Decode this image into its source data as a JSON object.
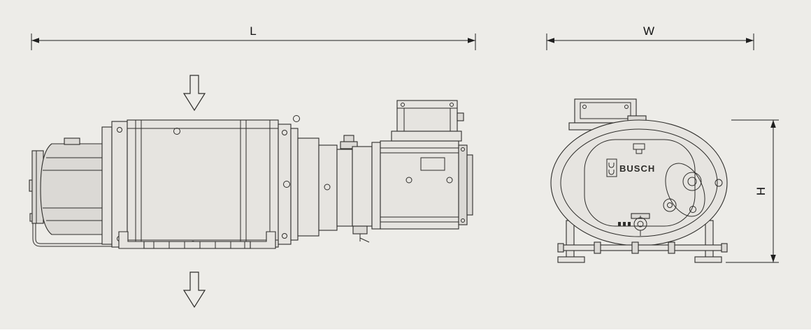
{
  "drawing": {
    "labels": {
      "length": "L",
      "width": "W",
      "height": "H"
    },
    "brand": "BUSCH",
    "colors": {
      "background": "#edece8",
      "line": "#2e2d2a",
      "fill_light": "#e6e4e0",
      "fill_mid": "#dbd9d5",
      "dim_line": "#1f1f1f"
    }
  }
}
